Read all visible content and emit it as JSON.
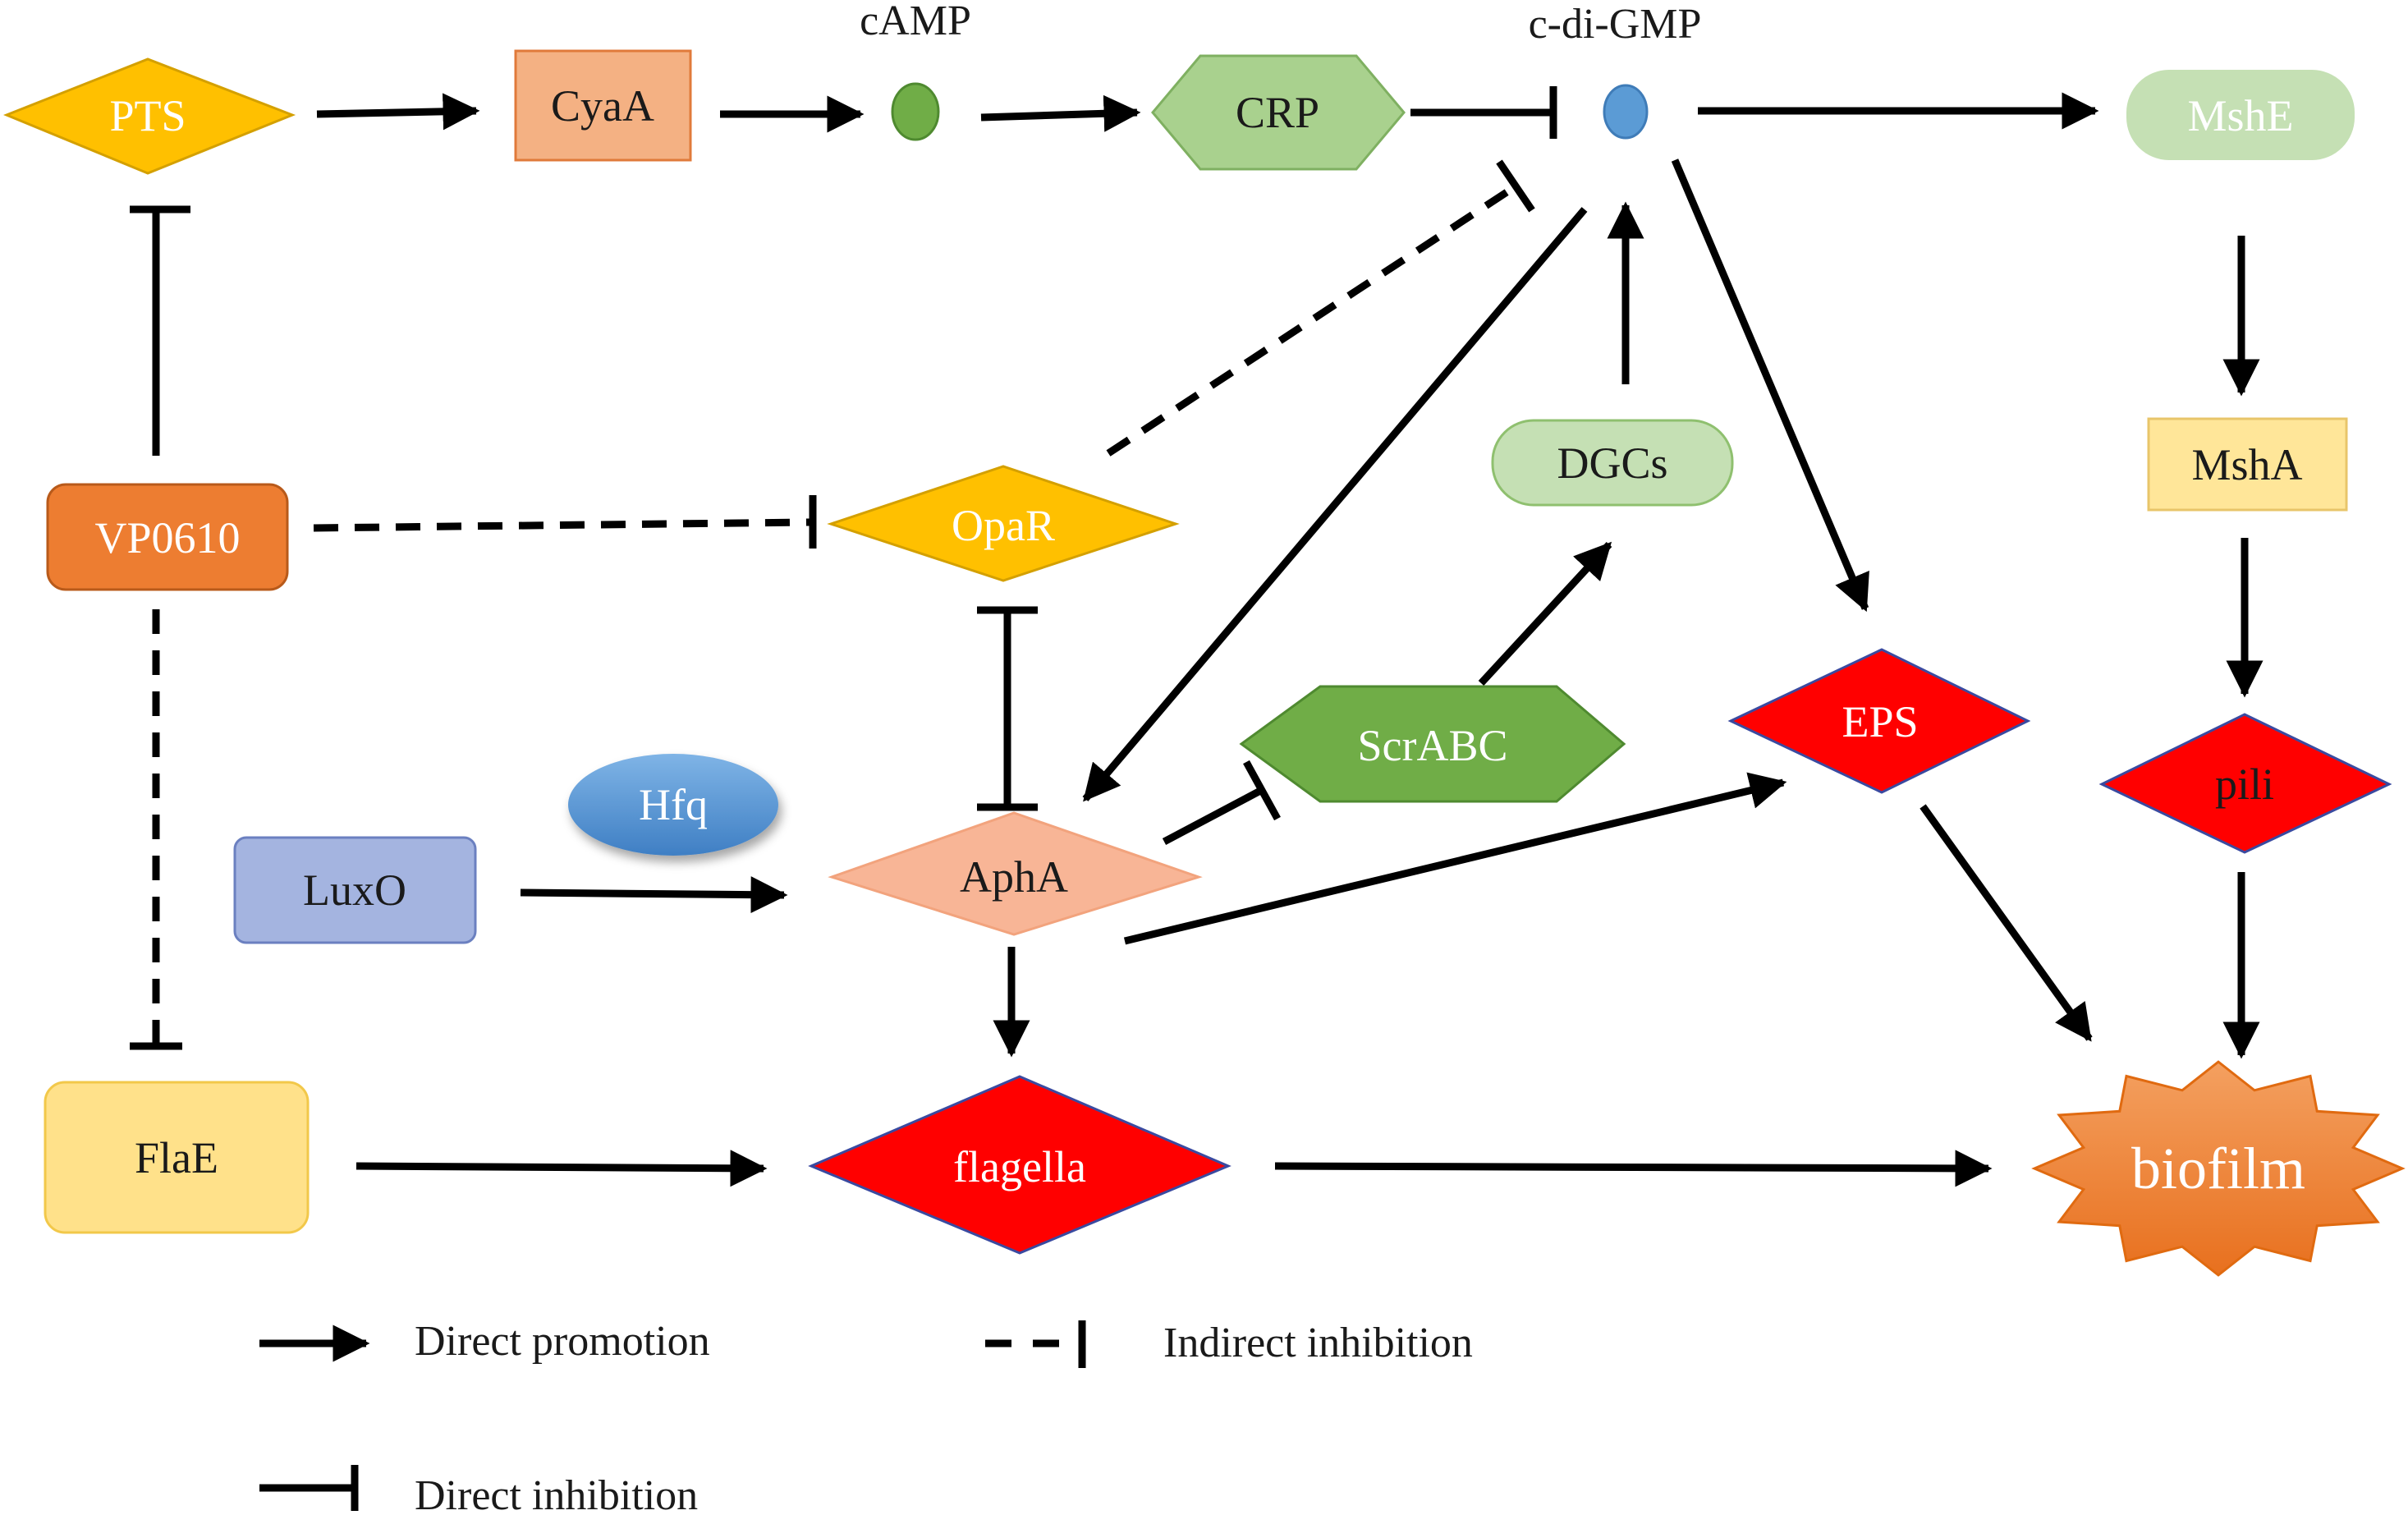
{
  "nodes": {
    "pts": "PTS",
    "cyaa": "CyaA",
    "camp": "cAMP",
    "crp": "CRP",
    "cdigmp": "c-di-GMP",
    "mshe": "MshE",
    "msha": "MshA",
    "pili": "pili",
    "vp0610": "VP0610",
    "opar": "OpaR",
    "dgcs": "DGCs",
    "scrabc": "ScrABC",
    "eps": "EPS",
    "hfq": "Hfq",
    "luxo": "LuxO",
    "apha": "AphA",
    "flae": "FlaE",
    "flagella": "flagella",
    "biofilm": "biofilm"
  },
  "edges": [
    {
      "from": "PTS",
      "to": "CyaA",
      "type": "Direct promotion"
    },
    {
      "from": "CyaA",
      "to": "cAMP",
      "type": "Direct promotion"
    },
    {
      "from": "cAMP",
      "to": "CRP",
      "type": "Direct promotion"
    },
    {
      "from": "CRP",
      "to": "c-di-GMP",
      "type": "Direct inhibition"
    },
    {
      "from": "c-di-GMP",
      "to": "MshE",
      "type": "Direct promotion"
    },
    {
      "from": "MshE",
      "to": "MshA",
      "type": "Direct promotion"
    },
    {
      "from": "MshA",
      "to": "pili",
      "type": "Direct promotion"
    },
    {
      "from": "pili",
      "to": "biofilm",
      "type": "Direct promotion"
    },
    {
      "from": "VP0610",
      "to": "PTS",
      "type": "Direct inhibition"
    },
    {
      "from": "VP0610",
      "to": "OpaR",
      "type": "Indirect inhibition"
    },
    {
      "from": "VP0610",
      "to": "FlaE",
      "type": "Indirect inhibition"
    },
    {
      "from": "OpaR",
      "to": "c-di-GMP",
      "type": "Indirect inhibition"
    },
    {
      "from": "OpaR",
      "to": "AphA",
      "type": "Direct inhibition"
    },
    {
      "from": "c-di-GMP",
      "to": "AphA",
      "type": "Direct promotion"
    },
    {
      "from": "c-di-GMP",
      "to": "EPS",
      "type": "Direct promotion"
    },
    {
      "from": "DGCs",
      "to": "c-di-GMP",
      "type": "Direct promotion"
    },
    {
      "from": "ScrABC",
      "to": "DGCs",
      "type": "Direct promotion"
    },
    {
      "from": "AphA",
      "to": "ScrABC",
      "type": "Direct inhibition"
    },
    {
      "from": "AphA",
      "to": "EPS",
      "type": "Direct promotion"
    },
    {
      "from": "LuxO",
      "to": "AphA",
      "type": "Direct promotion"
    },
    {
      "from": "AphA",
      "to": "flagella",
      "type": "Direct promotion"
    },
    {
      "from": "FlaE",
      "to": "flagella",
      "type": "Direct promotion"
    },
    {
      "from": "flagella",
      "to": "biofilm",
      "type": "Direct promotion"
    },
    {
      "from": "EPS",
      "to": "biofilm",
      "type": "Direct promotion"
    }
  ],
  "legend": {
    "direct_promotion": "Direct promotion",
    "indirect_inhibition": "Indirect inhibition",
    "direct_inhibition": "Direct inhibition"
  },
  "colors": {
    "pts": "#ffc000",
    "cyaa": "#f4b183",
    "camp": "#70ad47",
    "crp": "#a9d18e",
    "cdigmp": "#5b9bd5",
    "mshe": "#c5e0b4",
    "msha": "#ffe699",
    "vp0610": "#ed7d31",
    "opar": "#ffc000",
    "dgcs": "#c5e0b4",
    "scrabc": "#70ad47",
    "red_nodes": "#ff0000",
    "hfq": "#5b9bd5",
    "luxo": "#a4b4e0",
    "apha": "#f8b596",
    "flae": "#ffe18a",
    "biofilm": "#f07f32"
  }
}
